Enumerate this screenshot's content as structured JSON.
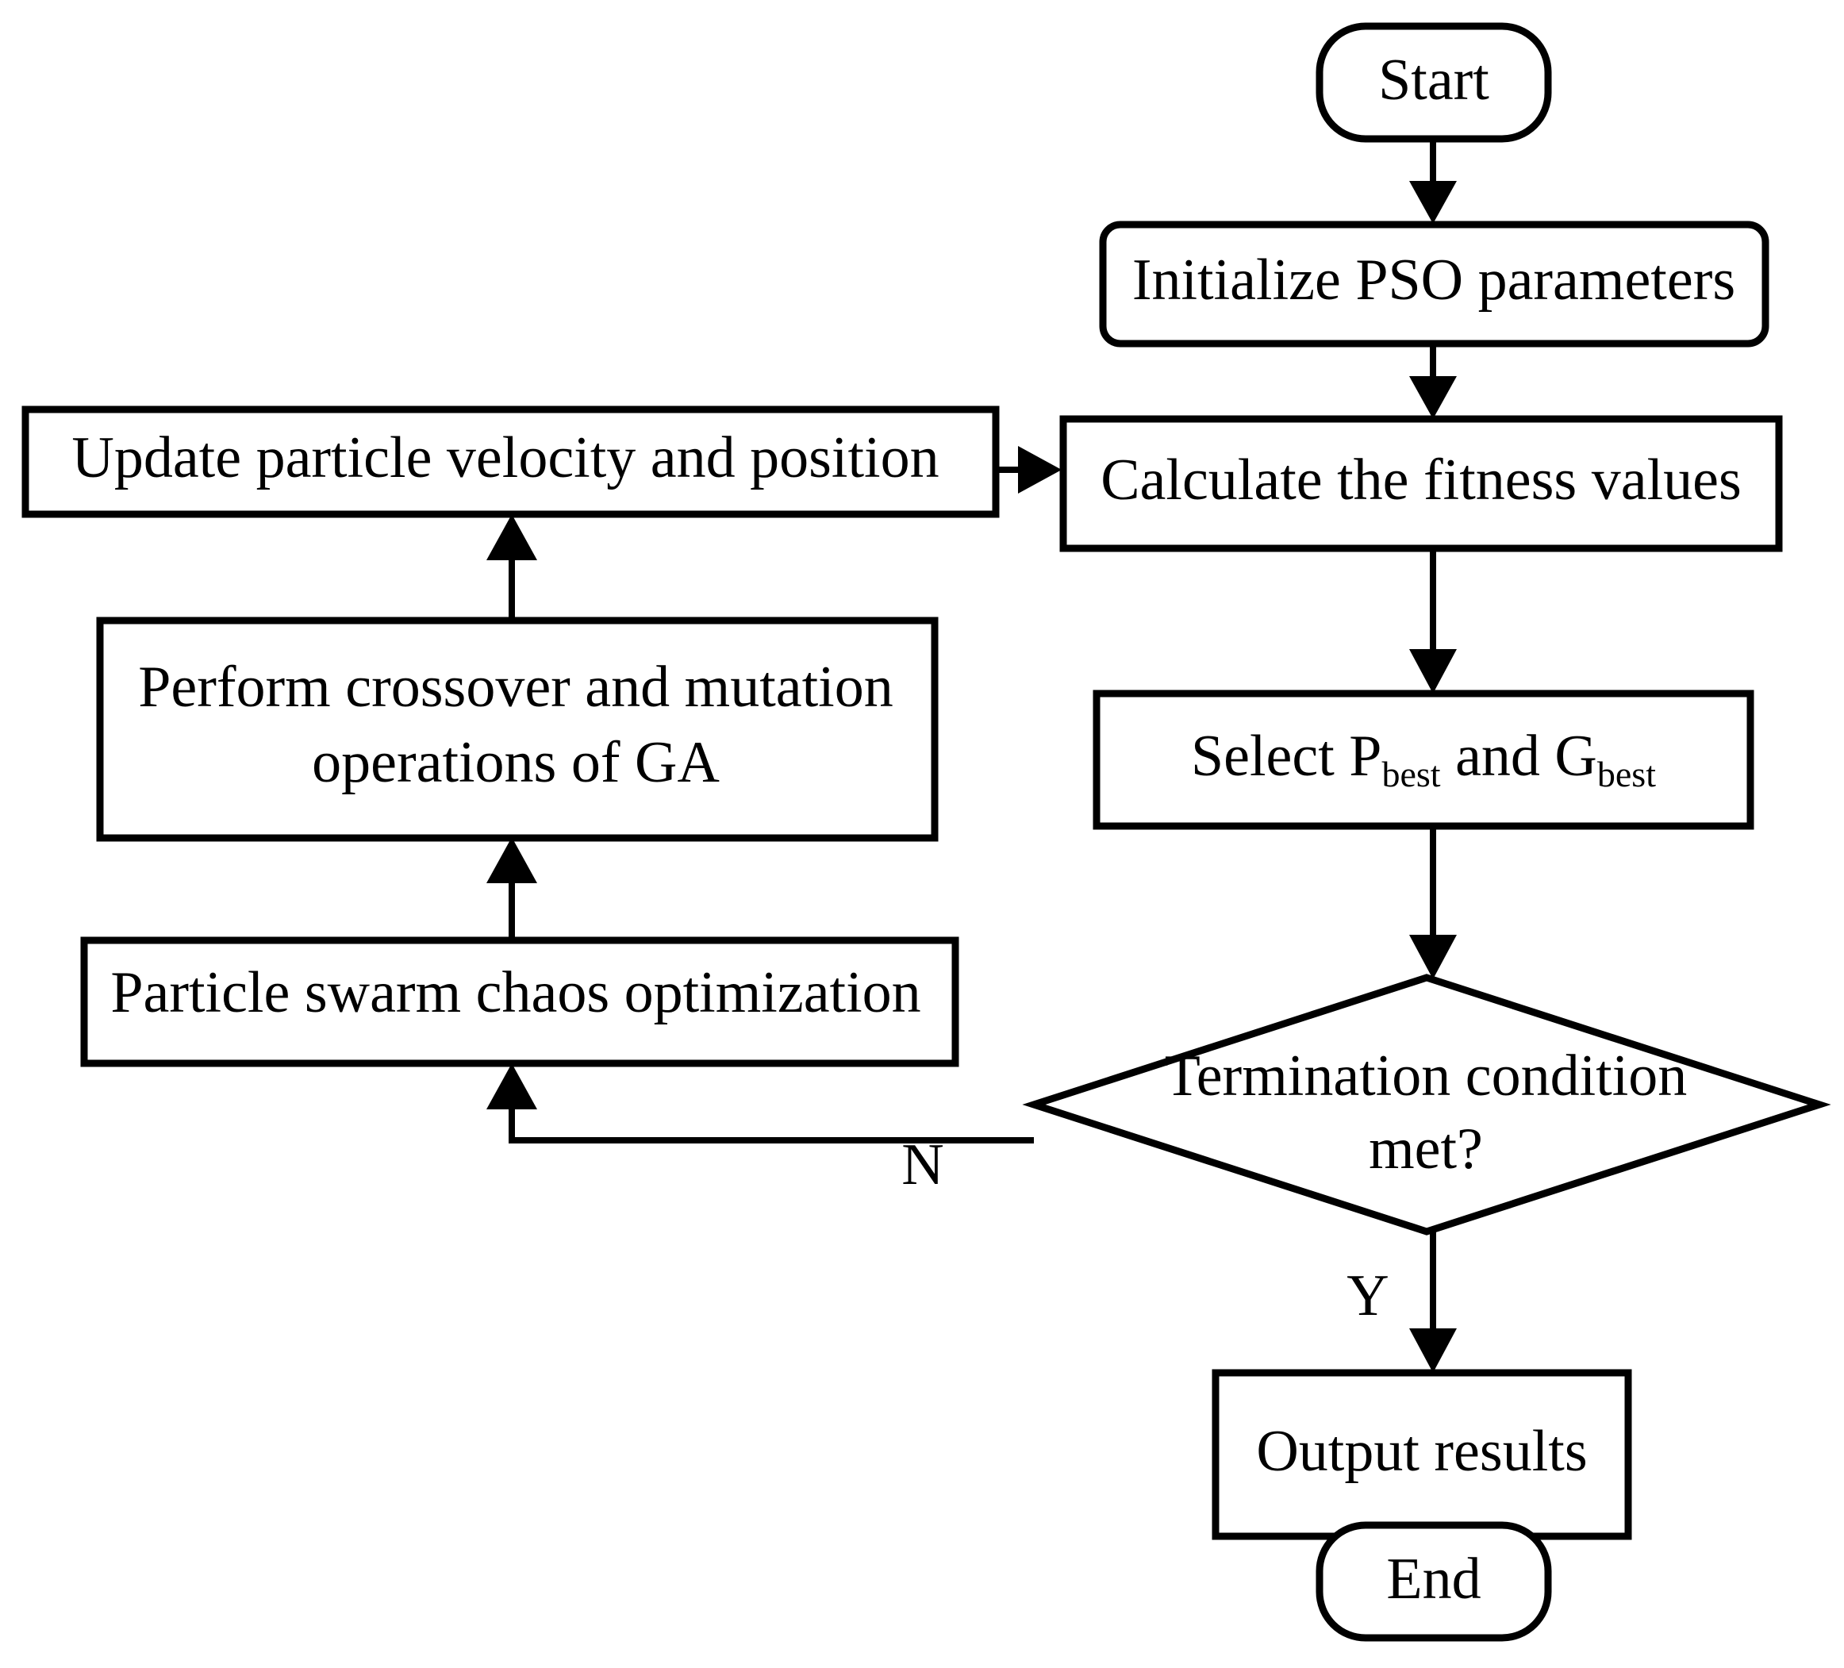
{
  "diagram": {
    "type": "flowchart",
    "title": "Hybrid PSO-GA chaos optimization flowchart",
    "orientation": "top-down with left feedback loop",
    "background_color": "#ffffff",
    "line_color": "#000000",
    "nodes": [
      {
        "id": "start",
        "shape": "terminator",
        "label": "Start"
      },
      {
        "id": "init",
        "shape": "rounded-rectangle",
        "label": "Initialize PSO parameters"
      },
      {
        "id": "calculate",
        "shape": "rectangle",
        "label": "Calculate the fitness values"
      },
      {
        "id": "select",
        "shape": "rectangle",
        "label_prefix": "Select P",
        "label_sub1": "best",
        "label_middle": " and G",
        "label_sub2": "best",
        "label_plain": "Select Pbest and Gbest"
      },
      {
        "id": "termination",
        "shape": "diamond",
        "label_line1": "Termination condition",
        "label_line2": "met?",
        "label_plain": "Termination condition met?"
      },
      {
        "id": "output",
        "shape": "rectangle",
        "label": "Output results"
      },
      {
        "id": "end",
        "shape": "terminator",
        "label": "End"
      },
      {
        "id": "update",
        "shape": "rectangle",
        "label": "Update particle velocity and position"
      },
      {
        "id": "crossover",
        "shape": "rectangle",
        "label_line1": "Perform crossover and mutation",
        "label_line2": "operations of GA",
        "label_plain": "Perform crossover and mutation operations of GA"
      },
      {
        "id": "chaos",
        "shape": "rectangle",
        "label": "Particle swarm chaos optimization"
      }
    ],
    "edge_labels": {
      "no_branch": "N",
      "yes_branch": "Y"
    },
    "edges": [
      {
        "from": "start",
        "to": "init",
        "label": ""
      },
      {
        "from": "init",
        "to": "calculate",
        "label": ""
      },
      {
        "from": "calculate",
        "to": "select",
        "label": ""
      },
      {
        "from": "select",
        "to": "termination",
        "label": ""
      },
      {
        "from": "termination",
        "to": "chaos",
        "label": "N"
      },
      {
        "from": "termination",
        "to": "output",
        "label": "Y"
      },
      {
        "from": "output",
        "to": "end",
        "label": ""
      },
      {
        "from": "chaos",
        "to": "crossover",
        "label": ""
      },
      {
        "from": "crossover",
        "to": "update",
        "label": ""
      },
      {
        "from": "update",
        "to": "calculate",
        "label": ""
      }
    ]
  }
}
